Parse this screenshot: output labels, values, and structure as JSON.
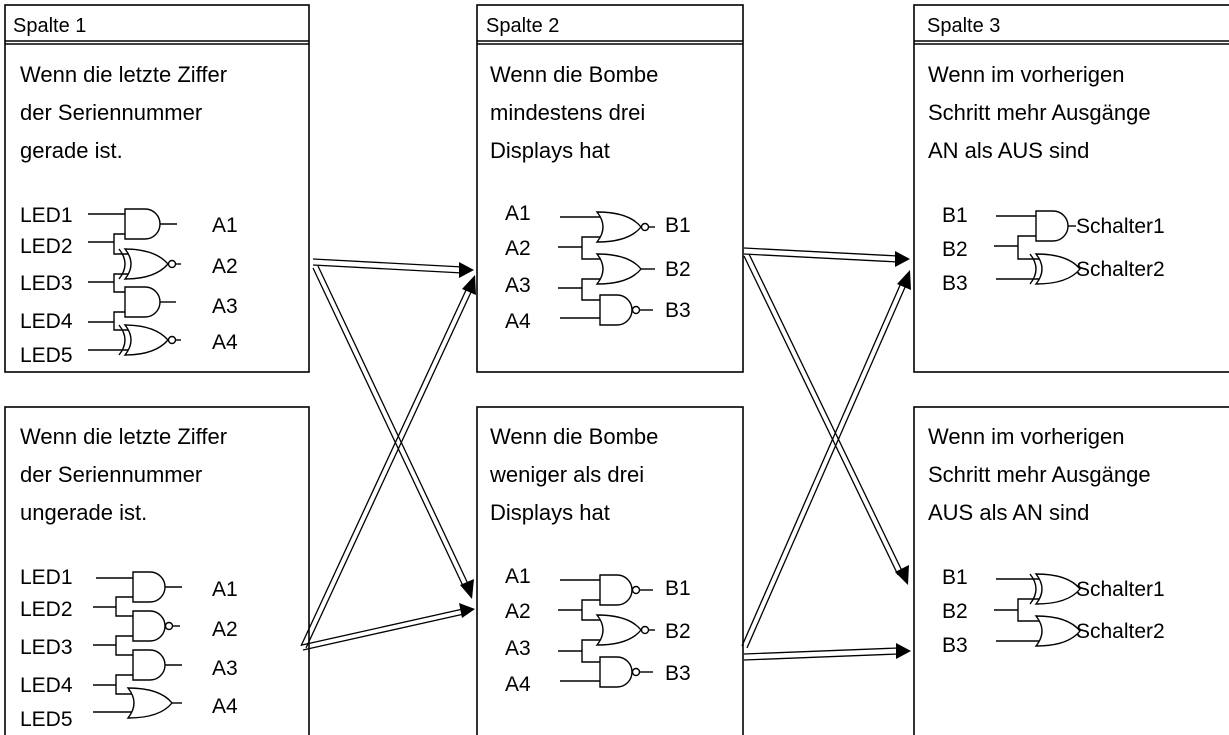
{
  "columns": [
    {
      "header": "Spalte 1"
    },
    {
      "header": "Spalte 2"
    },
    {
      "header": "Spalte 3"
    }
  ],
  "boxes": {
    "c1_top": {
      "condition": [
        "Wenn die letzte Ziffer",
        "der Seriennummer",
        "gerade ist."
      ],
      "inputs": [
        "LED1",
        "LED2",
        "LED3",
        "LED4",
        "LED5"
      ],
      "outputs": [
        "A1",
        "A2",
        "A3",
        "A4"
      ],
      "gates": [
        "and",
        "xnor",
        "and",
        "xnor"
      ]
    },
    "c1_bottom": {
      "condition": [
        "Wenn die letzte Ziffer",
        "der Seriennummer",
        "ungerade ist."
      ],
      "inputs": [
        "LED1",
        "LED2",
        "LED3",
        "LED4",
        "LED5"
      ],
      "outputs": [
        "A1",
        "A2",
        "A3",
        "A4"
      ],
      "gates": [
        "and",
        "nand",
        "and",
        "or"
      ]
    },
    "c2_top": {
      "condition": [
        "Wenn die Bombe",
        "mindestens drei",
        "Displays hat"
      ],
      "inputs": [
        "A1",
        "A2",
        "A3",
        "A4"
      ],
      "outputs": [
        "B1",
        "B2",
        "B3"
      ],
      "gates": [
        "nor",
        "or",
        "nand"
      ]
    },
    "c2_bottom": {
      "condition": [
        "Wenn die Bombe",
        "weniger als drei",
        "Displays hat"
      ],
      "inputs": [
        "A1",
        "A2",
        "A3",
        "A4"
      ],
      "outputs": [
        "B1",
        "B2",
        "B3"
      ],
      "gates": [
        "nand",
        "nor",
        "nand"
      ]
    },
    "c3_top": {
      "condition": [
        "Wenn im vorherigen",
        "Schritt mehr Ausgänge",
        "AN als AUS sind"
      ],
      "inputs": [
        "B1",
        "B2",
        "B3"
      ],
      "outputs": [
        "Schalter1",
        "Schalter2"
      ],
      "gates": [
        "and",
        "xor"
      ]
    },
    "c3_bottom": {
      "condition": [
        "Wenn im vorherigen",
        "Schritt mehr Ausgänge",
        "AUS als AN sind"
      ],
      "inputs": [
        "B1",
        "B2",
        "B3"
      ],
      "outputs": [
        "Schalter1",
        "Schalter2"
      ],
      "gates": [
        "xor",
        "or"
      ]
    }
  }
}
